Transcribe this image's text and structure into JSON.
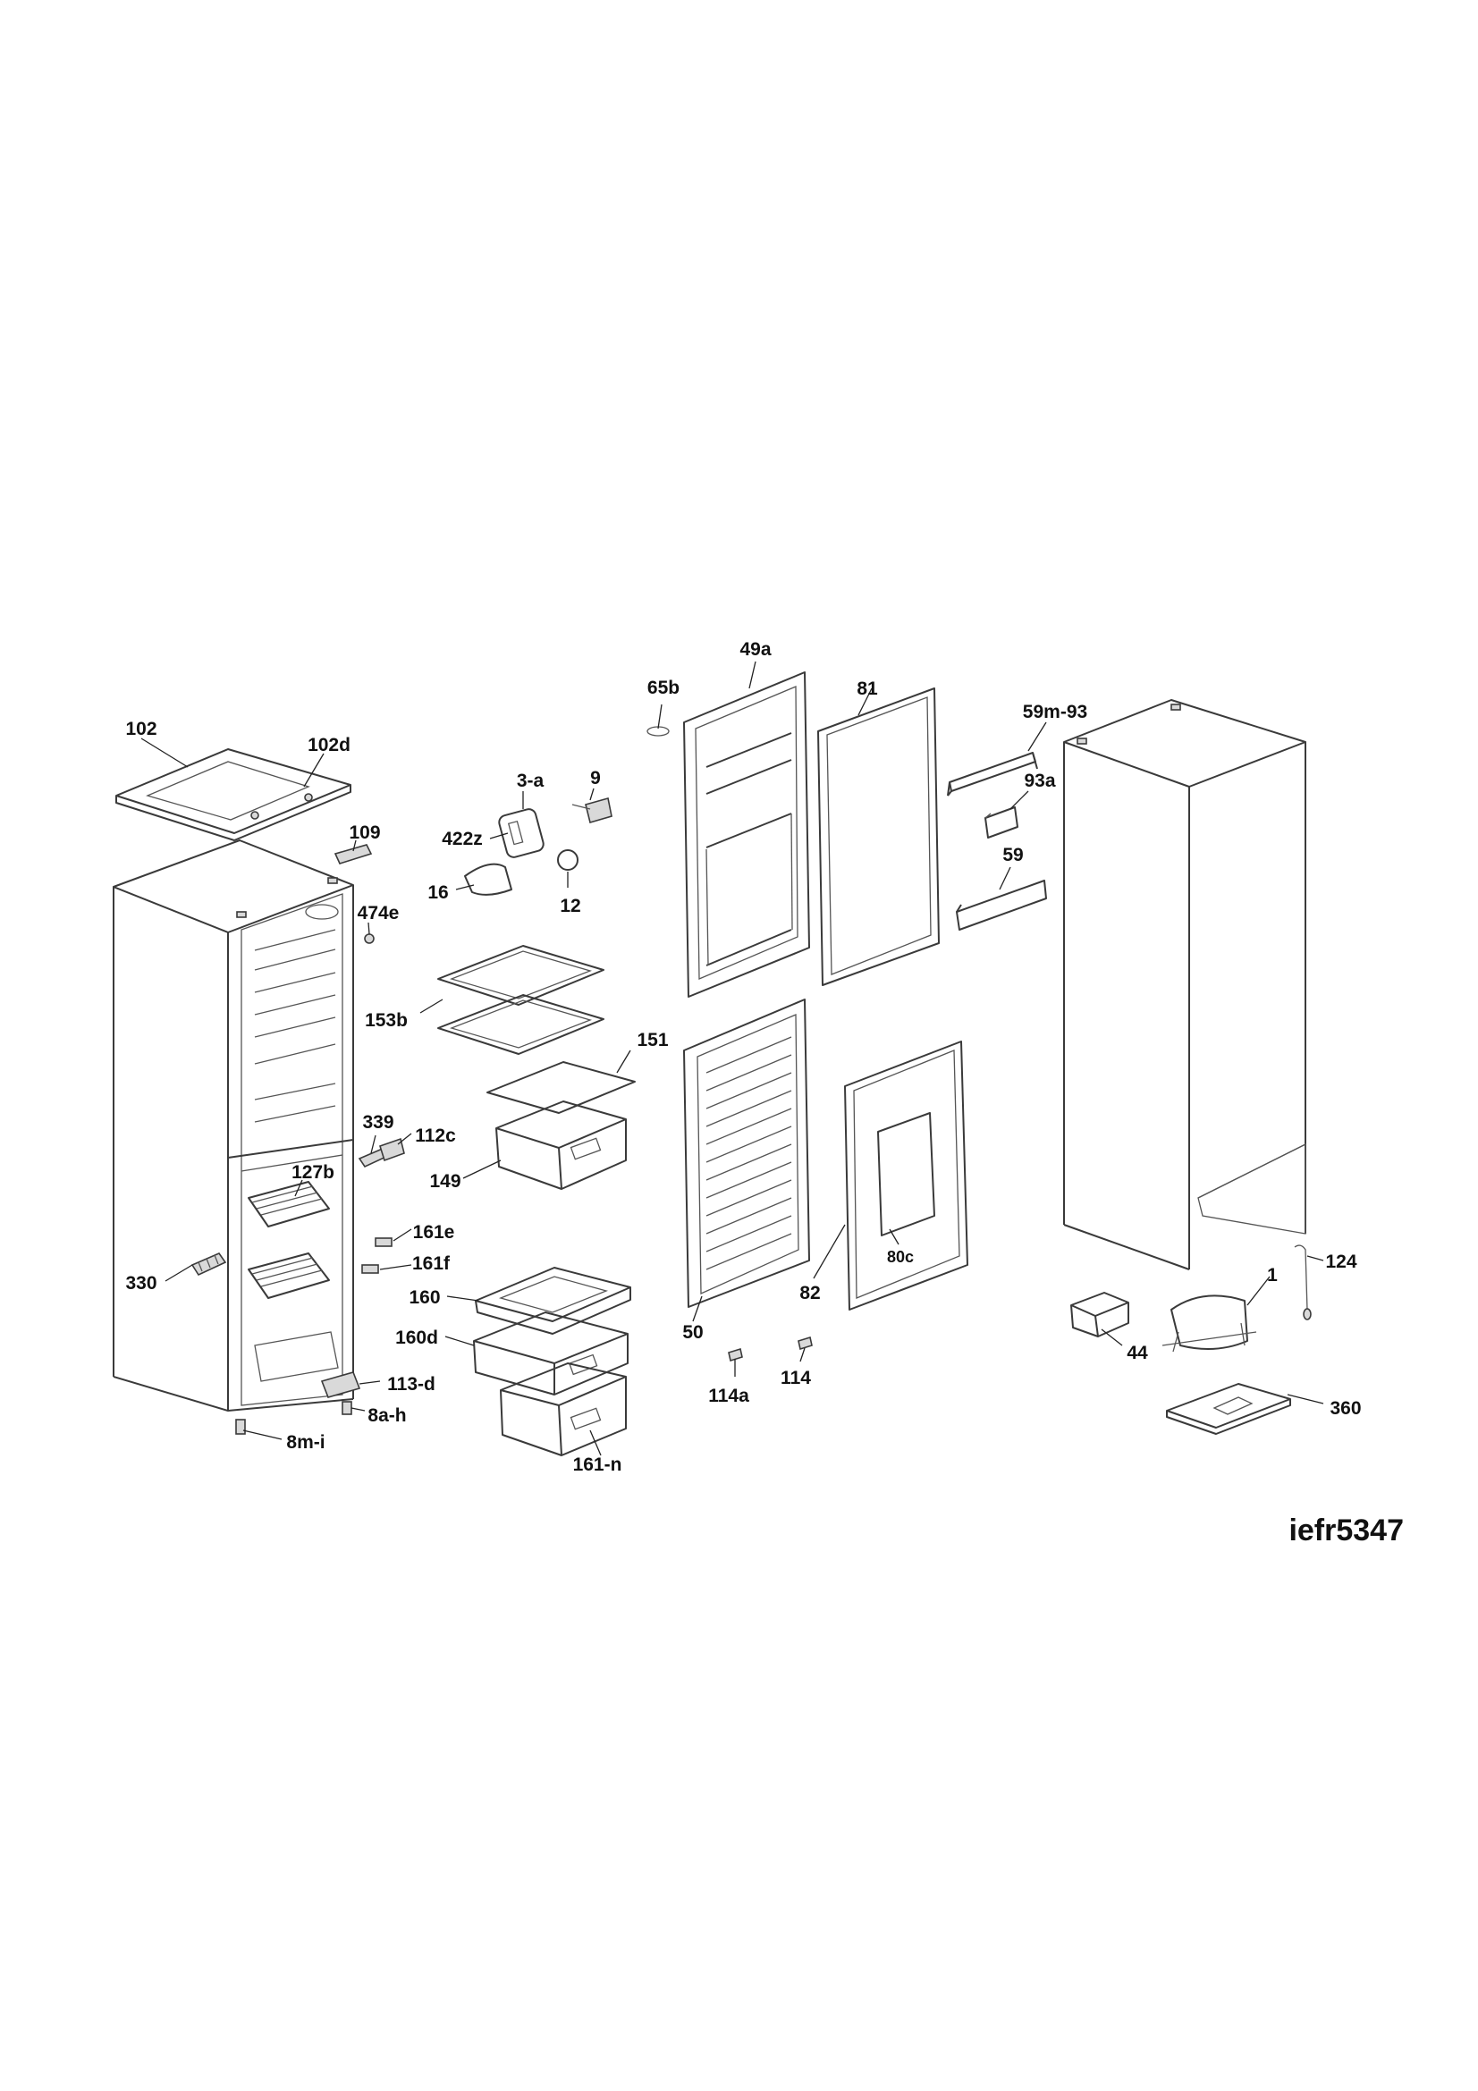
{
  "diagram_code": "iefr5347",
  "colors": {
    "line": "#3a3a3a",
    "text": "#111111",
    "background": "#ffffff"
  },
  "labels": [
    {
      "id": "102",
      "text": "102"
    },
    {
      "id": "102d",
      "text": "102d"
    },
    {
      "id": "109",
      "text": "109"
    },
    {
      "id": "474e",
      "text": "474e"
    },
    {
      "id": "3-a",
      "text": "3-a"
    },
    {
      "id": "9",
      "text": "9"
    },
    {
      "id": "422z",
      "text": "422z"
    },
    {
      "id": "16",
      "text": "16"
    },
    {
      "id": "12",
      "text": "12"
    },
    {
      "id": "153b",
      "text": "153b"
    },
    {
      "id": "151",
      "text": "151"
    },
    {
      "id": "339",
      "text": "339"
    },
    {
      "id": "112c",
      "text": "112c"
    },
    {
      "id": "149",
      "text": "149"
    },
    {
      "id": "127b",
      "text": "127b"
    },
    {
      "id": "161e",
      "text": "161e"
    },
    {
      "id": "161f",
      "text": "161f"
    },
    {
      "id": "330",
      "text": "330"
    },
    {
      "id": "160",
      "text": "160"
    },
    {
      "id": "160d",
      "text": "160d"
    },
    {
      "id": "113-d",
      "text": "113-d"
    },
    {
      "id": "8a-h",
      "text": "8a-h"
    },
    {
      "id": "8m-i",
      "text": "8m-i"
    },
    {
      "id": "161-n",
      "text": "161-n"
    },
    {
      "id": "65b",
      "text": "65b"
    },
    {
      "id": "49a",
      "text": "49a"
    },
    {
      "id": "81",
      "text": "81"
    },
    {
      "id": "59m-93",
      "text": "59m-93"
    },
    {
      "id": "93a",
      "text": "93a"
    },
    {
      "id": "59",
      "text": "59"
    },
    {
      "id": "50",
      "text": "50"
    },
    {
      "id": "82",
      "text": "82"
    },
    {
      "id": "80c",
      "text": "80c"
    },
    {
      "id": "114a",
      "text": "114a"
    },
    {
      "id": "114",
      "text": "114"
    },
    {
      "id": "124",
      "text": "124"
    },
    {
      "id": "1",
      "text": "1"
    },
    {
      "id": "44",
      "text": "44"
    },
    {
      "id": "360",
      "text": "360"
    }
  ]
}
